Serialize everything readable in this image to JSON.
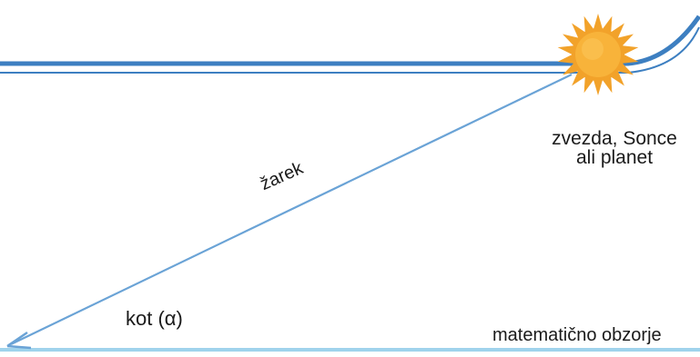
{
  "diagram": {
    "sun_label_line1": "zvezda, Sonce",
    "sun_label_line2": "ali planet",
    "ray_label": "žarek",
    "angle_label": "kot (α)",
    "horizon_label": "matematično obzorje"
  },
  "colors": {
    "frame_blue": "#3d7fc1",
    "ray_blue": "#6aa3d6",
    "horizon_cyan": "#9fd3ec",
    "sun_orange": "#f2a22a",
    "sun_core": "#f8b33a",
    "text": "#1a1a1a"
  },
  "icons": {
    "sun": "sun-icon",
    "arrow": "arrowhead-icon"
  }
}
